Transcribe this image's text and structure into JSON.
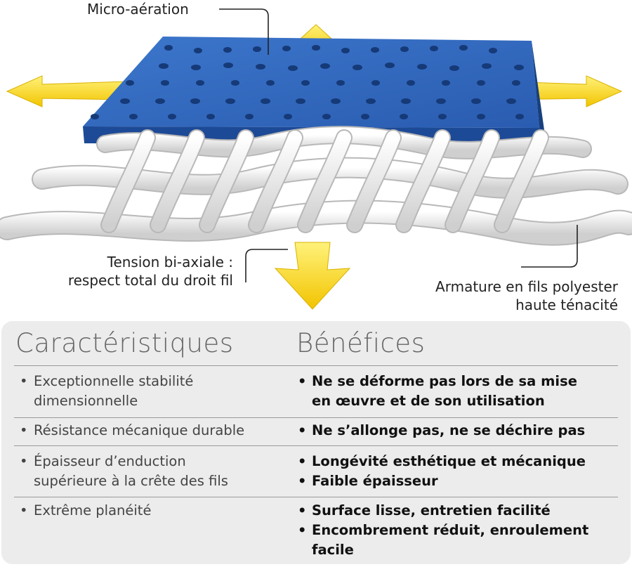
{
  "callouts": {
    "micro": "Micro-aération",
    "tension": [
      "Tension bi-axiale :",
      "respect total du droit fil"
    ],
    "armature": [
      "Armature en fils polyester",
      "haute ténacité"
    ]
  },
  "table": {
    "headers": [
      "Caractéristiques",
      "Bénéfices"
    ],
    "rows": [
      {
        "characteristic": [
          "Exceptionnelle stabilité",
          "dimensionnelle"
        ],
        "benefits": [
          [
            "Ne se déforme pas lors de sa mise",
            "en œuvre et de son utilisation"
          ]
        ]
      },
      {
        "characteristic": [
          "Résistance mécanique durable"
        ],
        "benefits": [
          [
            "Ne s’allonge pas, ne se déchire pas"
          ]
        ]
      },
      {
        "characteristic": [
          "Épaisseur d’enduction",
          "supérieure à la crête des fils"
        ],
        "benefits": [
          [
            "Longévité esthétique et mécanique"
          ],
          [
            "Faible épaisseur"
          ]
        ]
      },
      {
        "characteristic": [
          "Extrême planéité"
        ],
        "benefits": [
          [
            "Surface lisse, entretien facilité"
          ],
          [
            "Encombrement réduit, enroulement",
            "facile"
          ]
        ]
      }
    ]
  },
  "colors": {
    "membrane": "#2a5fb5",
    "arrow": "#f5d000",
    "fiber": "#e8e8e8",
    "panel": "#ececec"
  }
}
